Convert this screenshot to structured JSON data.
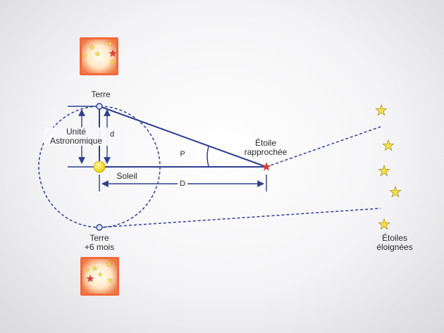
{
  "labels": {
    "earth_top": "Terre",
    "earth_bottom_line1": "Terre",
    "earth_bottom_line2": "+6 mois",
    "au_line1": "Unité",
    "au_line2": "Astronomique",
    "d": "d",
    "p": "P",
    "sun": "Soleil",
    "D": "D",
    "near_star_line1": "Étoile",
    "near_star_line2": "rapprochée",
    "far_stars_line1": "Étoiles",
    "far_stars_line2": "éloignées"
  },
  "colors": {
    "line": "#2f3f8f",
    "dash": "#2f3f9a",
    "sun": "#f2dd1e",
    "near_star": "#e23a3a",
    "far_star": "#f5e04a",
    "panel": "#f06a3c"
  },
  "icons": {
    "sun": "sun-icon",
    "near_star": "red-star-icon",
    "far_star": "yellow-star-icon",
    "earth": "earth-dot-icon"
  }
}
